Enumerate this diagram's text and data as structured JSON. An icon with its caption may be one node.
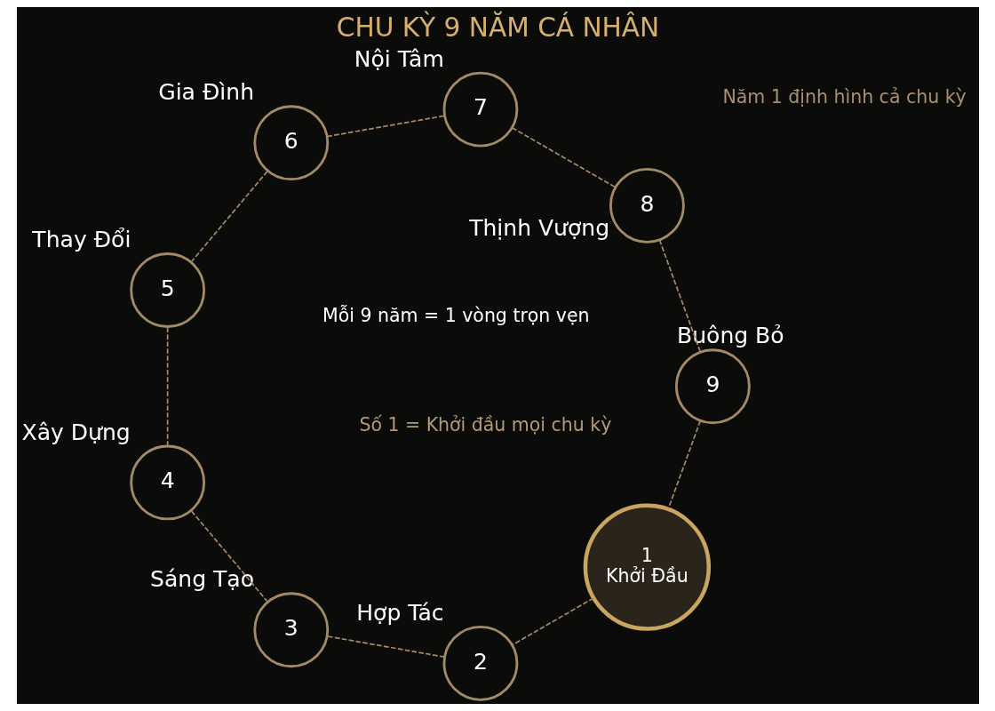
{
  "diagram": {
    "title": "CHU KỲ 9 NĂM CÁ NHÂN",
    "nodes": [
      {
        "text": [
          "1",
          "Khởi Đầu"
        ]
      },
      {
        "text": [
          "2"
        ],
        "beside": [
          "Hợp Tác"
        ]
      },
      {
        "text": [
          "3"
        ],
        "beside": [
          "Sáng Tạo"
        ]
      },
      {
        "text": [
          "4"
        ],
        "beside": [
          "Xây Dựng"
        ]
      },
      {
        "text": [
          "5"
        ],
        "beside": [
          "Thay Đổi"
        ]
      },
      {
        "text": [
          "6"
        ],
        "beside": [
          "Gia Đình"
        ]
      },
      {
        "text": [
          "7"
        ],
        "beside": [
          "Nội Tâm"
        ]
      },
      {
        "text": [
          "8"
        ],
        "beside": [
          "Thịnh Vượng"
        ]
      },
      {
        "text": [
          "9"
        ],
        "beside": [
          "Buông Bỏ"
        ]
      }
    ],
    "edges": [
      {
        "from": 0,
        "to": 1,
        "arrow": "none",
        "style": "dashed"
      },
      {
        "from": 1,
        "to": 2,
        "arrow": "none",
        "style": "dashed"
      },
      {
        "from": 2,
        "to": 3,
        "arrow": "none",
        "style": "dashed"
      },
      {
        "from": 3,
        "to": 4,
        "arrow": "none",
        "style": "dashed"
      },
      {
        "from": 4,
        "to": 5,
        "arrow": "none",
        "style": "dashed"
      },
      {
        "from": 5,
        "to": 6,
        "arrow": "none",
        "style": "dashed"
      },
      {
        "from": 6,
        "to": 7,
        "arrow": "none",
        "style": "dashed"
      },
      {
        "from": 7,
        "to": 8,
        "arrow": "none",
        "style": "dashed"
      },
      {
        "from": 8,
        "to": 0,
        "arrow": "none",
        "style": "dashed"
      }
    ],
    "labels": [
      "Số 1 = Khởi đầu mọi chu kỳ",
      "Mỗi 9 năm = 1 vòng trọn vẹn",
      "Năm 1 định hình cả chu kỳ"
    ]
  }
}
